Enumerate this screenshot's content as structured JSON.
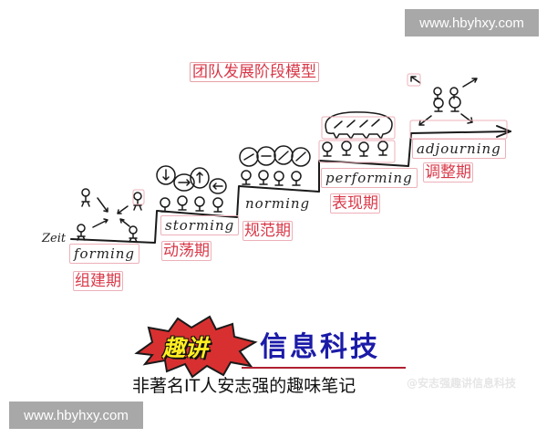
{
  "watermarks": {
    "top_right": "www.hbyhxy.com",
    "bottom_left": "www.hbyhxy.com"
  },
  "diagram": {
    "title": "团队发展阶段模型",
    "axis_label": "Zeit",
    "stages": [
      {
        "english": "forming",
        "chinese": "组建期"
      },
      {
        "english": "storming",
        "chinese": "动荡期"
      },
      {
        "english": "norming",
        "chinese": "规范期"
      },
      {
        "english": "performing",
        "chinese": "表现期"
      },
      {
        "english": "adjourning",
        "chinese": "调整期"
      }
    ]
  },
  "brand": {
    "burst_text": "趣讲",
    "name": "信息科技",
    "tagline": "非著名IT人安志强的趣味笔记",
    "faint_watermark": "@安志强趣讲信息科技",
    "colors": {
      "burst_red": "#d83030",
      "burst_text_yellow": "#ffee22",
      "name_blue": "#1b1ba8",
      "underline_red": "#b02030",
      "label_red": "#d83848"
    }
  }
}
